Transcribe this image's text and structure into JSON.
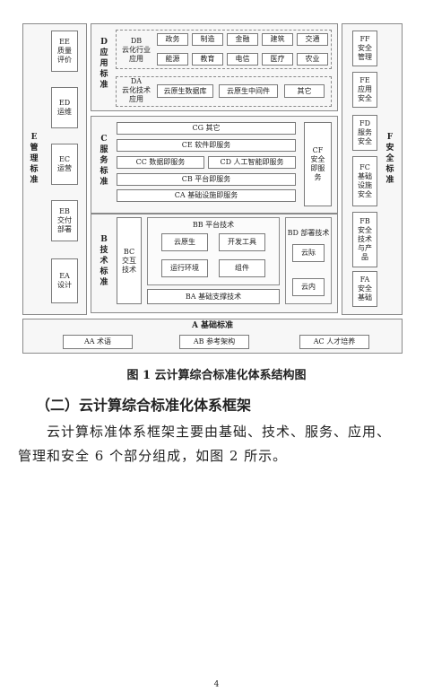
{
  "diagram": {
    "E_label": "E\n管\n理\n标\n准",
    "E_items": [
      "EE\n质量\n评价",
      "ED\n运维",
      "EC\n运营",
      "EB\n交付\n部署",
      "EA\n设计"
    ],
    "D_label": "D\n应\n用\n标\n准",
    "DB_label": "DB\n云化行业\n应用",
    "DB_items": [
      "政务",
      "制造",
      "金融",
      "建筑",
      "交通",
      "能源",
      "教育",
      "电信",
      "医疗",
      "农业"
    ],
    "DA_label": "DA\n云化技术\n应用",
    "DA_items": [
      "云原生数据库",
      "云原生中间件",
      "其它"
    ],
    "C_label": "C\n服\n务\n标\n准",
    "CG": "CG 其它",
    "CE": "CE 软件即服务",
    "CC": "CC 数据即服务",
    "CD": "CD 人工智能即服务",
    "CB": "CB 平台即服务",
    "CA": "CA 基础设施即服务",
    "CF": "CF\n安全\n即服\n务",
    "B_label": "B\n技\n术\n标\n准",
    "BC": "BC\n交互\n技术",
    "BB_label": "BB 平台技术",
    "BB_items": [
      "云原生",
      "开发工具",
      "运行环境",
      "组件"
    ],
    "BD_label": "BD 部署技术",
    "BD_items": [
      "云际",
      "云内"
    ],
    "BA": "BA 基础支撑技术",
    "F_label": "F\n安\n全\n标\n准",
    "F_items": [
      "FF\n安全\n管理",
      "FE\n应用\n安全",
      "FD\n服务\n安全",
      "FC\n基础\n设施\n安全",
      "FB\n安全\n技术\n与产\n品",
      "FA\n安全\n基础"
    ],
    "A_label": "A 基础标准",
    "A_items": [
      "AA 术语",
      "AB 参考架构",
      "AC 人才培养"
    ]
  },
  "caption": "图 1  云计算综合标准化体系结构图",
  "section_heading": "（二）云计算综合标准化体系框架",
  "paragraph_line1": "云计算标准体系框架主要由基础、技术、服务、应用、",
  "paragraph_line2": "管理和安全 6 个部分组成，如图 2 所示。",
  "page_number": "4"
}
